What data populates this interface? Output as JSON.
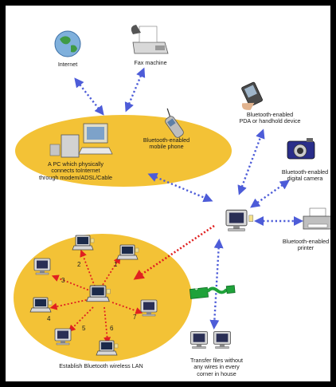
{
  "labels": {
    "internet": "Internet",
    "fax": "Fax machine",
    "pda": "Bluetooth-enabled\nPDA or handhold device",
    "mobile": "Bluetooth-enabled\nmobile phone",
    "pc": "A PC which physically\nconnects toInternet\nthrough modem/ADSL/Cable",
    "camera": "Bluetooth-enabled\ndigital camera",
    "printer": "Bluetooth-enabled\nprinter",
    "lan": "Establish Bluetooth wireless LAN",
    "transfer": "Transfer files without\nany wires in every\ncorner in house"
  },
  "lan_numbers": [
    "1",
    "2",
    "3",
    "4",
    "5",
    "6",
    "7"
  ],
  "cable_label": "$",
  "colors": {
    "ellipse": "#f3c236",
    "blue_link": "#4d5cd8",
    "red_link": "#e02020",
    "cable": "#1fa23a"
  }
}
